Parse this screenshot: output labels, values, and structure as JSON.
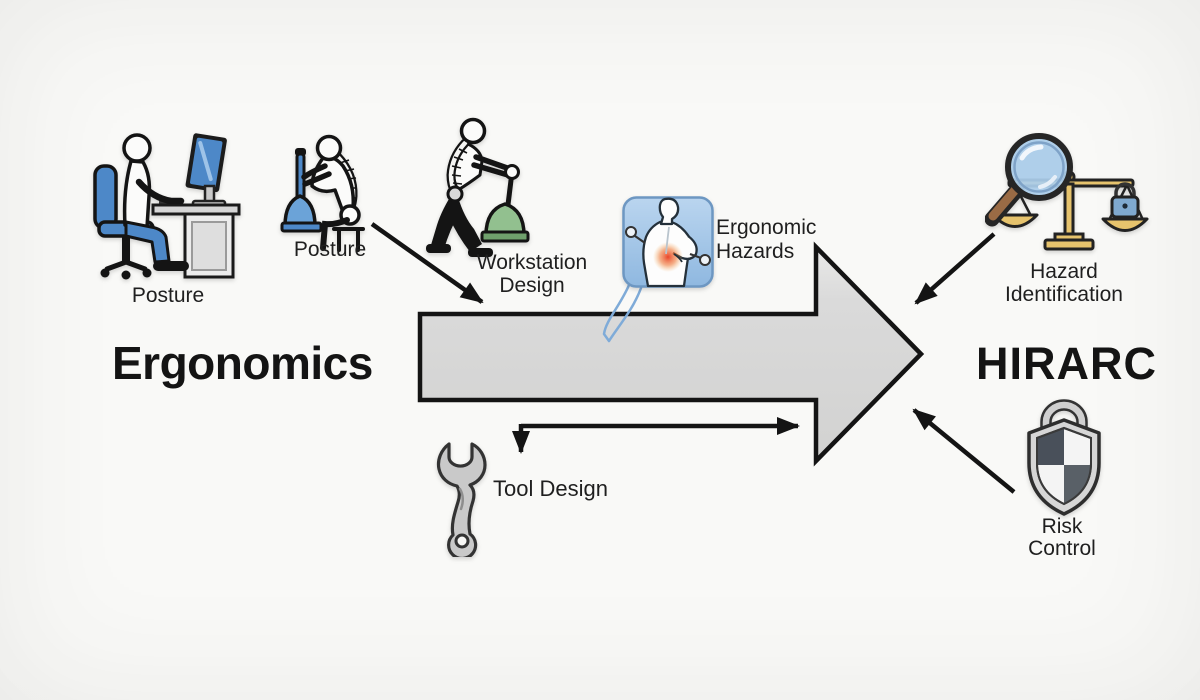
{
  "diagram": {
    "left_title": "Ergonomics",
    "right_title": "HIRARC",
    "labels": {
      "posture_desk": "Posture",
      "posture_seated": "Posture",
      "workstation": {
        "line1": "Workstation",
        "line2": "Design"
      },
      "ergonomic_hazards": {
        "line1": "Ergonomic",
        "line2": "Hazards"
      },
      "hazard_identification": {
        "line1": "Hazard",
        "line2": "Identification"
      },
      "tool_design": "Tool Design",
      "risk_control": {
        "line1": "Risk",
        "line2": "Control"
      }
    },
    "icons": {
      "person_at_desk": "person-at-desk-icon",
      "seated_person": "seated-person-tool-icon",
      "bent_worker": "bent-worker-tool-icon",
      "back_pain": "back-pain-icon",
      "magnifier_scales": "magnifier-scales-icon",
      "shield_lock": "shield-lock-icon",
      "wrench": "wrench-icon"
    },
    "colors": {
      "background": "#f6f5f3",
      "outline": "#1a1a1a",
      "process_arrow_fill": "#d9d9d9",
      "accent_blue": "#4d88c8",
      "light_blue_panel": "#a9c9e8",
      "tool_green": "#92c08f",
      "scale_gold": "#e6c36d",
      "pain_red": "#e8421f",
      "shield_dark": "#4a505a"
    }
  }
}
